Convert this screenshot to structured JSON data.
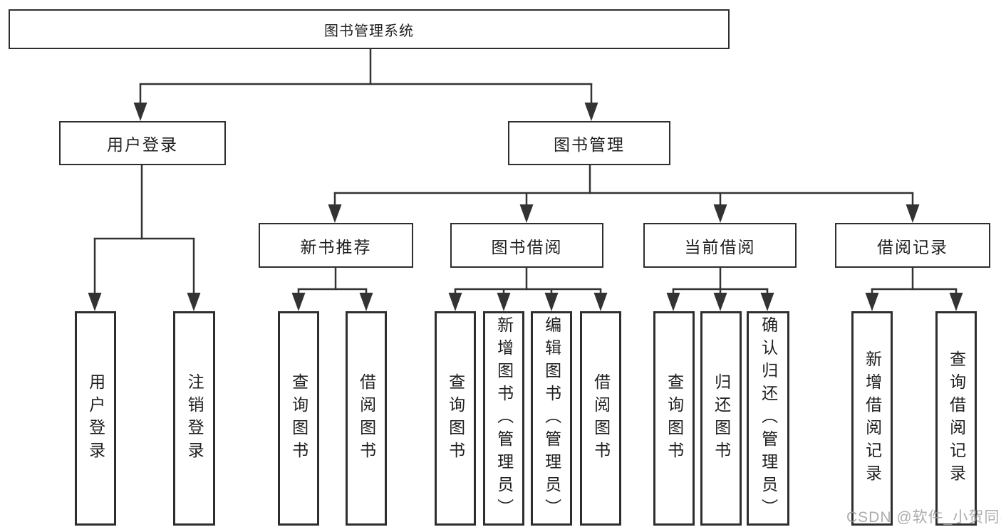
{
  "tree": {
    "label": "图书管理系统",
    "children": [
      {
        "label": "用户登录",
        "children": [
          {
            "label": "用户登录"
          },
          {
            "label": "注销登录"
          }
        ]
      },
      {
        "label": "图书管理",
        "children": [
          {
            "label": "新书推荐",
            "children": [
              {
                "label": "查询图书"
              },
              {
                "label": "借阅图书"
              }
            ]
          },
          {
            "label": "图书借阅",
            "children": [
              {
                "label": "查询图书"
              },
              {
                "label": "新增图书（管理员）"
              },
              {
                "label": "编辑图书（管理员）"
              },
              {
                "label": "借阅图书"
              }
            ]
          },
          {
            "label": "当前借阅",
            "children": [
              {
                "label": "查询图书"
              },
              {
                "label": "归还图书"
              },
              {
                "label": "确认归还（管理员）"
              }
            ]
          },
          {
            "label": "借阅记录",
            "children": [
              {
                "label": "新增借阅记录"
              },
              {
                "label": "查询借阅记录"
              }
            ]
          }
        ]
      }
    ]
  },
  "watermark": "CSDN @软件_小贺同学",
  "colors": {
    "line": "#333333",
    "box_border": "#2e2e2e",
    "text": "#1f1f1f",
    "watermark": "#9e9e9e",
    "background": "#ffffff"
  }
}
